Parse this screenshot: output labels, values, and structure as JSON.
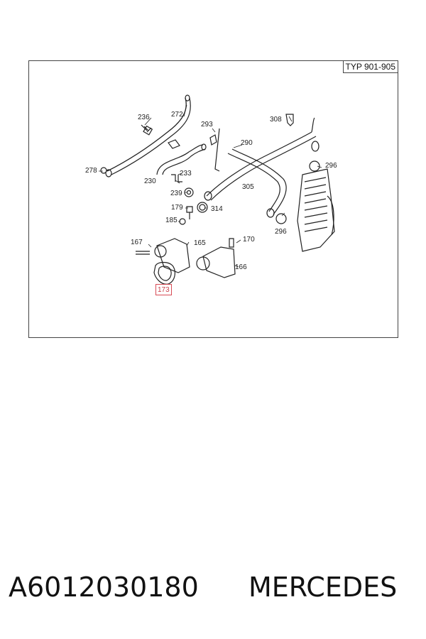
{
  "diagram": {
    "type_label": "TYP 901-905",
    "callouts": [
      {
        "id": "236",
        "text": "236"
      },
      {
        "id": "272",
        "text": "272"
      },
      {
        "id": "293",
        "text": "293"
      },
      {
        "id": "308",
        "text": "308"
      },
      {
        "id": "290",
        "text": "290"
      },
      {
        "id": "278",
        "text": "278"
      },
      {
        "id": "233",
        "text": "233"
      },
      {
        "id": "230",
        "text": "230"
      },
      {
        "id": "296a",
        "text": "296"
      },
      {
        "id": "239",
        "text": "239"
      },
      {
        "id": "305",
        "text": "305"
      },
      {
        "id": "179",
        "text": "179"
      },
      {
        "id": "314",
        "text": "314"
      },
      {
        "id": "185",
        "text": "185"
      },
      {
        "id": "296b",
        "text": "296"
      },
      {
        "id": "167",
        "text": "167"
      },
      {
        "id": "165",
        "text": "165"
      },
      {
        "id": "170",
        "text": "170"
      },
      {
        "id": "166",
        "text": "166"
      },
      {
        "id": "173",
        "text": "173"
      }
    ],
    "highlighted_part": "173"
  },
  "caption": {
    "part_number": "A6012030180",
    "brand": "MERCEDES"
  },
  "colors": {
    "highlight": "#d84b55",
    "line": "#222222"
  }
}
